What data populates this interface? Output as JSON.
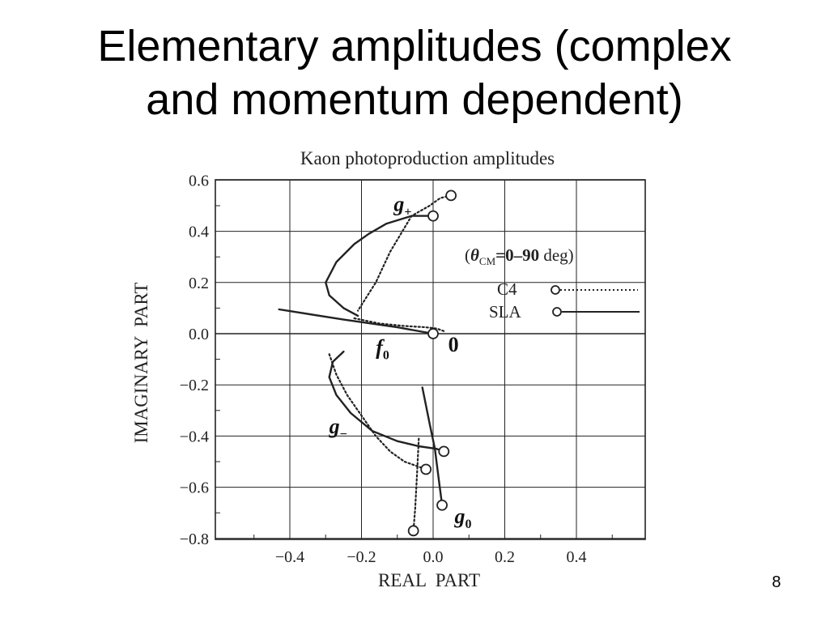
{
  "slide": {
    "title_line1": "Elementary amplitudes (complex",
    "title_line2": "and momentum dependent)",
    "page_number": "8"
  },
  "chart_data": {
    "type": "line",
    "title": "Kaon photoproduction amplitudes",
    "xlabel": "REAL  PART",
    "ylabel": "IMAGINARY  PART",
    "xlim": [
      -0.6,
      0.6
    ],
    "ylim": [
      -0.8,
      0.6
    ],
    "xticks": [
      -0.4,
      -0.2,
      0.0,
      0.2,
      0.4
    ],
    "yticks": [
      0.6,
      0.4,
      0.2,
      0.0,
      -0.2,
      -0.4,
      -0.6,
      -0.8
    ],
    "xtick_labels": [
      "−0.4",
      "−0.2",
      "0.0",
      "0.2",
      "0.4"
    ],
    "ytick_labels": [
      "0.6",
      "0.4",
      "0.2",
      "0.0",
      "−0.2",
      "−0.4",
      "−0.6",
      "−0.8"
    ],
    "grid": true,
    "legend": {
      "heading_prefix": "(",
      "theta": "θ",
      "subscript": "CM",
      "heading_value": "=0–90",
      "heading_unit": " deg)",
      "entries": [
        {
          "label": "C4",
          "style": "dotted"
        },
        {
          "label": "SLA",
          "style": "solid"
        }
      ],
      "placement": "right-middle"
    },
    "annotations": [
      {
        "text": "g",
        "sub": "+",
        "x": -0.11,
        "y": 0.48
      },
      {
        "text": "f",
        "sub": "0",
        "x": -0.16,
        "y": -0.08
      },
      {
        "text": "0",
        "x": 0.042,
        "y": -0.07
      },
      {
        "text": "g",
        "sub": "−",
        "x": -0.29,
        "y": -0.39
      },
      {
        "text": "g",
        "sub": "0",
        "x": 0.06,
        "y": -0.74
      }
    ],
    "series": [
      {
        "name": "C4",
        "amplitude": "g+",
        "style": "dotted",
        "x": [
          0.05,
          0.02,
          -0.01,
          -0.06,
          -0.12,
          -0.16,
          -0.21
        ],
        "y": [
          0.54,
          0.53,
          0.5,
          0.46,
          0.32,
          0.2,
          0.09
        ],
        "marker_at_start": true
      },
      {
        "name": "SLA",
        "amplitude": "g+",
        "style": "solid",
        "x": [
          0.0,
          -0.06,
          -0.13,
          -0.18,
          -0.22,
          -0.27,
          -0.3,
          -0.29,
          -0.25,
          -0.21
        ],
        "y": [
          0.46,
          0.46,
          0.43,
          0.39,
          0.35,
          0.28,
          0.2,
          0.15,
          0.1,
          0.07
        ],
        "marker_at_start": true
      },
      {
        "name": "C4",
        "amplitude": "f0",
        "style": "dotted",
        "x": [
          -0.22,
          -0.15,
          -0.08,
          -0.02,
          0.01,
          0.03
        ],
        "y": [
          0.06,
          0.04,
          0.03,
          0.025,
          0.02,
          0.01
        ],
        "marker_at_start": false
      },
      {
        "name": "SLA",
        "amplitude": "f0",
        "style": "solid",
        "x": [
          -0.43,
          -0.25,
          -0.1,
          0.0
        ],
        "y": [
          0.095,
          0.055,
          0.025,
          0.0
        ],
        "marker_at_start": false,
        "marker_at_end": true
      },
      {
        "name": "C4",
        "amplitude": "g-",
        "style": "dotted",
        "x": [
          -0.29,
          -0.27,
          -0.24,
          -0.2,
          -0.16,
          -0.12,
          -0.08,
          -0.04,
          -0.02
        ],
        "y": [
          -0.08,
          -0.16,
          -0.24,
          -0.32,
          -0.4,
          -0.46,
          -0.5,
          -0.52,
          -0.53
        ],
        "marker_at_end": true
      },
      {
        "name": "SLA",
        "amplitude": "g-",
        "style": "solid",
        "x": [
          -0.25,
          -0.28,
          -0.29,
          -0.27,
          -0.23,
          -0.17,
          -0.1,
          -0.04,
          0.01,
          0.03
        ],
        "y": [
          -0.07,
          -0.11,
          -0.17,
          -0.24,
          -0.31,
          -0.38,
          -0.42,
          -0.44,
          -0.45,
          -0.46
        ],
        "marker_at_end": true
      },
      {
        "name": "C4",
        "amplitude": "g0",
        "style": "dotted",
        "x": [
          -0.04,
          -0.045,
          -0.05,
          -0.055
        ],
        "y": [
          -0.41,
          -0.55,
          -0.68,
          -0.77
        ],
        "marker_at_end": true
      },
      {
        "name": "SLA",
        "amplitude": "g0",
        "style": "solid",
        "x": [
          -0.03,
          -0.01,
          0.005,
          0.015,
          0.025
        ],
        "y": [
          -0.21,
          -0.35,
          -0.45,
          -0.56,
          -0.67
        ],
        "marker_at_end": true
      }
    ]
  }
}
